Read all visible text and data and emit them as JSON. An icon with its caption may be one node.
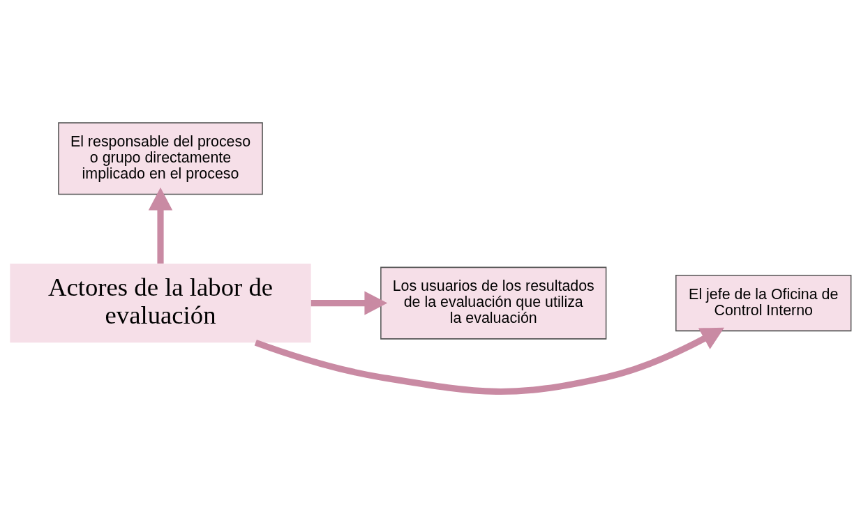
{
  "diagram": {
    "nodes": [
      {
        "text": [
          "El responsable del proceso o grupo directamente implicado en el proceso"
        ]
      },
      {
        "text": [
          "Los usuarios de los resultados de la evaluación que utiliza la evaluación"
        ]
      },
      {
        "text": [
          "Actores de la labor de evaluación"
        ]
      },
      {
        "text": [
          "El jefe de la Oficina de Control Interno"
        ]
      }
    ],
    "edges": [
      {
        "from": 2,
        "to": 0,
        "arrow": "to"
      },
      {
        "from": 2,
        "to": 1,
        "arrow": "to"
      },
      {
        "from": 2,
        "to": 3,
        "arrow": "to"
      }
    ]
  }
}
